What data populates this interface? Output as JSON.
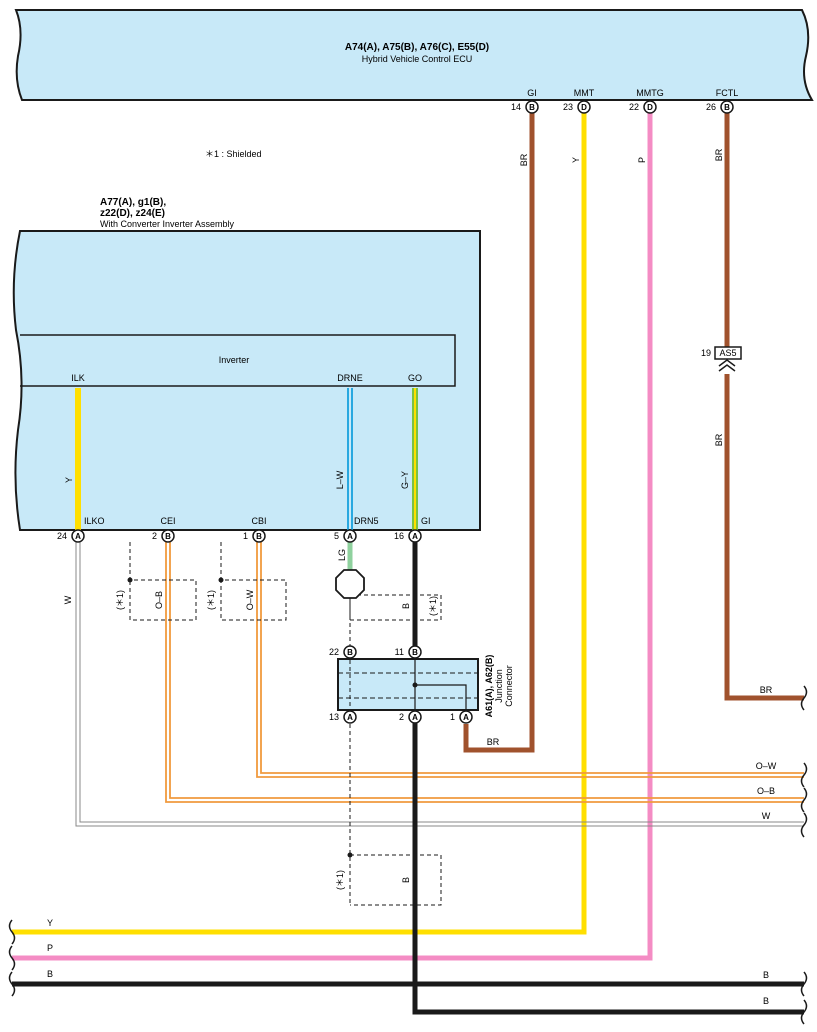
{
  "shield_note": "＊1 : Shielded",
  "ecu": {
    "codes": "A74(A), A75(B), A76(C), E55(D)",
    "name": "Hybrid Vehicle Control ECU",
    "terminals": [
      {
        "name": "GI",
        "pin": "14",
        "conn": "B"
      },
      {
        "name": "MMT",
        "pin": "23",
        "conn": "D"
      },
      {
        "name": "MMTG",
        "pin": "22",
        "conn": "D"
      },
      {
        "name": "FCTL",
        "pin": "26",
        "conn": "B"
      }
    ]
  },
  "inverter_assy": {
    "codes_line1": "A77(A), g1(B),",
    "codes_line2": "z22(D), z24(E)",
    "name": "With Converter Inverter Assembly",
    "inner_label": "Inverter",
    "inner_terminals": [
      "ILK",
      "DRNE",
      "GO"
    ],
    "terminals": [
      {
        "name": "ILKO",
        "pin": "24",
        "conn": "A"
      },
      {
        "name": "CEI",
        "pin": "2",
        "conn": "B"
      },
      {
        "name": "CBI",
        "pin": "1",
        "conn": "B"
      },
      {
        "name": "DRN5",
        "pin": "5",
        "conn": "A"
      },
      {
        "name": "GI",
        "pin": "16",
        "conn": "A"
      }
    ]
  },
  "junction": {
    "codes": "A61(A), A62(B)",
    "name_line1": "Junction",
    "name_line2": "Connector",
    "top_pins": [
      {
        "pin": "22",
        "conn": "B"
      },
      {
        "pin": "11",
        "conn": "B"
      }
    ],
    "bottom_pins": [
      {
        "pin": "13",
        "conn": "A"
      },
      {
        "pin": "2",
        "conn": "A"
      },
      {
        "pin": "1",
        "conn": "A"
      }
    ]
  },
  "as5": {
    "pin": "19",
    "name": "AS5"
  },
  "shield_marks": [
    "(＊1)",
    "(＊1)",
    "(＊1)",
    "(＊1)"
  ],
  "wire_labels": {
    "br_gi": "BR",
    "y_mmt": "Y",
    "p_mmtg": "P",
    "br_fctl": "BR",
    "br_below": "BR",
    "br_right": "BR",
    "y_ilk": "Y",
    "lw_drne": "L–W",
    "gy_go": "G–Y",
    "w_ilko": "W",
    "ob_shield": "O–B",
    "ow_shield": "O–W",
    "lg_drn5": "LG",
    "b_gi": "B",
    "b_lower": "B",
    "br_jc": "BR",
    "ow_right": "O–W",
    "ob_right": "O–B",
    "w_right": "W",
    "y_left": "Y",
    "p_left": "P",
    "b_left": "B",
    "b_right1": "B",
    "b_right2": "B"
  },
  "colors": {
    "ecu_fill": "#c8e9f8",
    "brown": "#a0522d",
    "yellow": "#ffdf00",
    "pink": "#f48cc4",
    "blue": "#29a8e0",
    "green_yellow": "#7dc242",
    "light_green": "#8fd19e",
    "orange": "#f09a3e",
    "black": "#1a1a1a"
  }
}
